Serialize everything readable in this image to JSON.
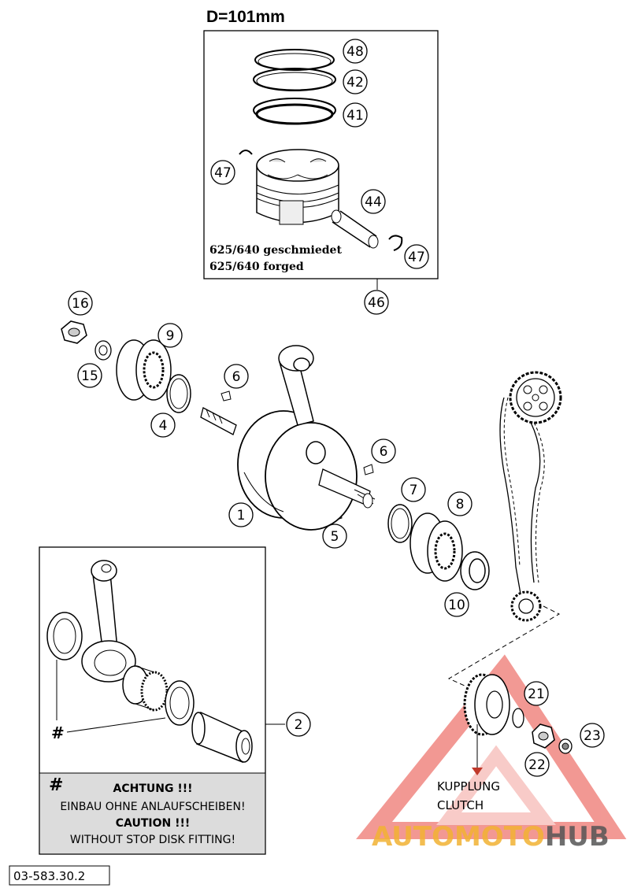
{
  "diameter_label": "D=101mm",
  "piston_box": {
    "line1": "625/640  geschmiedet",
    "line2": "625/640  forged"
  },
  "callouts": [
    "48",
    "42",
    "41",
    "47",
    "44",
    "47",
    "46",
    "16",
    "9",
    "15",
    "4",
    "6",
    "6",
    "1",
    "7",
    "8",
    "5",
    "10",
    "2",
    "21",
    "22",
    "23"
  ],
  "warning": {
    "symbol": "#",
    "heading_de": "ACHTUNG !!!",
    "text_de": "EINBAU OHNE ANLAUFSCHEIBEN!",
    "heading_en": "CAUTION !!!",
    "text_en": "WITHOUT STOP DISK FITTING!"
  },
  "hash_marker": "#",
  "clutch_label_de": "KUPPLUNG",
  "clutch_label_en": "CLUTCH",
  "watermark": {
    "part1": "AUTOMOTO",
    "part2": "HUB",
    "color1": "#f2b233",
    "color2": "#555555",
    "triangle_color": "#e8453c"
  },
  "reference_number": "03-583.30.2"
}
